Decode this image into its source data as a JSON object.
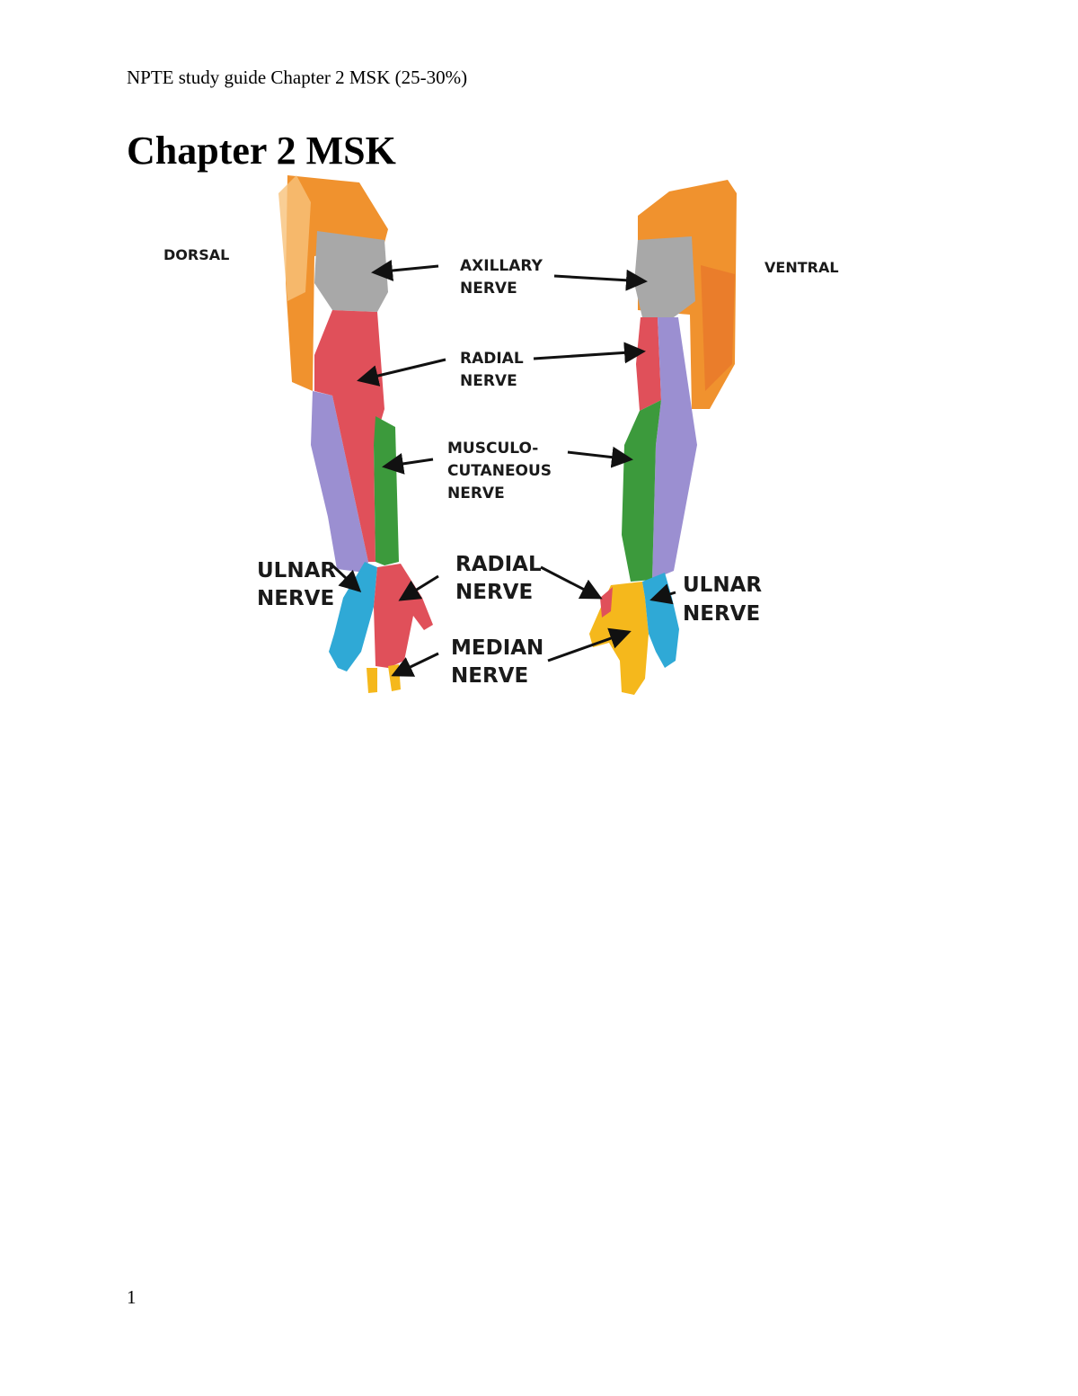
{
  "document": {
    "running_header": "NPTE study guide Chapter 2 MSK (25-30%)",
    "chapter_title": "Chapter 2 MSK",
    "page_number": "1"
  },
  "figure": {
    "view_left": "DORSAL",
    "view_right": "VENTRAL",
    "labels": {
      "axillary_1": "AXILLARY",
      "axillary_2": "NERVE",
      "radial_upper_1": "RADIAL",
      "radial_upper_2": "NERVE",
      "musculo_1": "MUSCULO-",
      "musculo_2": "CUTANEOUS",
      "musculo_3": "NERVE",
      "ulnar_left_1": "ULNAR",
      "ulnar_left_2": "NERVE",
      "radial_lower_1": "RADIAL",
      "radial_lower_2": "NERVE",
      "median_1": "MEDIAN",
      "median_2": "NERVE",
      "ulnar_right_1": "ULNAR",
      "ulnar_right_2": "NERVE"
    },
    "colors": {
      "skin_shoulder": "#f08a2a",
      "axillary": "#a9a9a9",
      "radial": "#e0505a",
      "musculocutaneous": "#3c9a3c",
      "medial_cutaneous": "#9b8fd1",
      "ulnar": "#2fa9d6",
      "median": "#f5b81c"
    }
  }
}
